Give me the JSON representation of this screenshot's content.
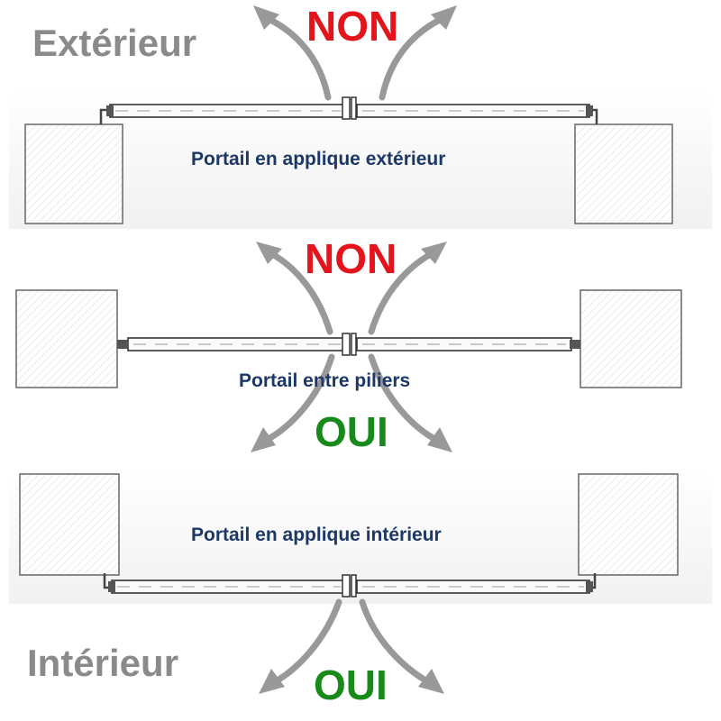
{
  "labels": {
    "exterior": "Extérieur",
    "interior": "Intérieur"
  },
  "scenarios": [
    {
      "caption": "Portail en applique extérieur",
      "outward_answer": "NON",
      "inward_answer": ""
    },
    {
      "caption": "Portail entre piliers",
      "outward_answer": "NON",
      "inward_answer": "OUI"
    },
    {
      "caption": "Portail en applique intérieur",
      "outward_answer": "",
      "inward_answer": "OUI"
    }
  ],
  "colors": {
    "non": "#e3141b",
    "oui": "#188a1a",
    "side_label": "#8a8a8a",
    "caption": "#1b3866",
    "arrow": "#999999"
  }
}
